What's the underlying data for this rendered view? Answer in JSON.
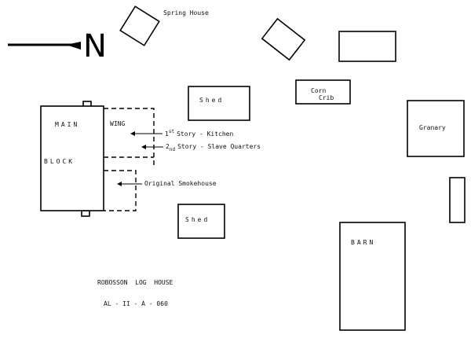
{
  "north": {
    "letter": "N"
  },
  "labels": {
    "spring_house": "Spring House",
    "shed_upper": "Shed",
    "corn_crib_1": "Corn",
    "corn_crib_2": "Crib",
    "granary": "Granary",
    "main": "MAIN",
    "block": "BLOCK",
    "wing": "WING",
    "shed_lower": "Shed",
    "barn": "BARN",
    "story1_pre": "1",
    "story1_sup": "st",
    "story1_rest": "Story - Kitchen",
    "story2_pre": "2",
    "story2_sub": "nd",
    "story2_rest": "Story - Slave Quarters",
    "smokehouse": "Original Smokehouse"
  },
  "caption": {
    "title": "ROBOSSON  LOG  HOUSE",
    "code": "AL - II - A - 060"
  }
}
